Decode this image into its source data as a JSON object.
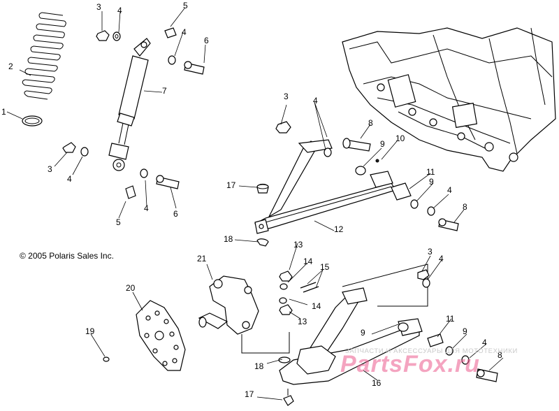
{
  "copyright": "© 2005 Polaris Sales Inc.",
  "watermark": {
    "subtitle": "ЗАПЧАСТИ И АКСЕССУАРЫ ДЛЯ МОТОТЕХНИКИ",
    "brand": "PartsFox.ru"
  },
  "callouts": [
    "1",
    "2",
    "3",
    "4",
    "5",
    "4",
    "6",
    "7",
    "3",
    "4",
    "5",
    "4",
    "6",
    "3",
    "4",
    "8",
    "9",
    "10",
    "11",
    "9",
    "4",
    "8",
    "12",
    "17",
    "18",
    "13",
    "14",
    "15",
    "14",
    "13",
    "21",
    "20",
    "19",
    "18",
    "3",
    "4",
    "11",
    "9",
    "8",
    "4",
    "9",
    "16",
    "17"
  ],
  "colors": {
    "line": "#000000",
    "background": "#ffffff",
    "watermark": "#e85a8c"
  }
}
